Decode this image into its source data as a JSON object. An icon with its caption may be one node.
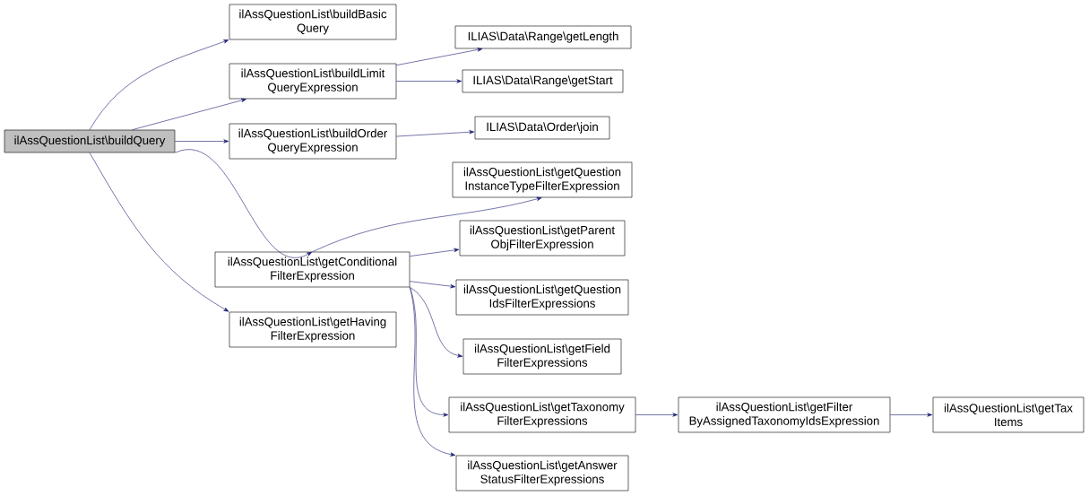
{
  "diagram": {
    "nodes": [
      {
        "text": [
          "ilAssQuestionList\\buildQuery"
        ]
      },
      {
        "text": [
          "ilAssQuestionList\\buildBasic Query"
        ]
      },
      {
        "text": [
          "ilAssQuestionList\\buildLimit QueryExpression"
        ]
      },
      {
        "text": [
          "ilAssQuestionList\\buildOrder QueryExpression"
        ]
      },
      {
        "text": [
          "ilAssQuestionList\\getConditional FilterExpression"
        ]
      },
      {
        "text": [
          "ilAssQuestionList\\getHaving FilterExpression"
        ]
      },
      {
        "text": [
          "ILIAS\\Data\\Range\\getLength"
        ]
      },
      {
        "text": [
          "ILIAS\\Data\\Range\\getStart"
        ]
      },
      {
        "text": [
          "ILIAS\\Data\\Order\\join"
        ]
      },
      {
        "text": [
          "ilAssQuestionList\\getQuestion InstanceTypeFilterExpression"
        ]
      },
      {
        "text": [
          "ilAssQuestionList\\getParent ObjFilterExpression"
        ]
      },
      {
        "text": [
          "ilAssQuestionList\\getQuestion IdsFilterExpressions"
        ]
      },
      {
        "text": [
          "ilAssQuestionList\\getField FilterExpressions"
        ]
      },
      {
        "text": [
          "ilAssQuestionList\\getTaxonomy FilterExpressions"
        ]
      },
      {
        "text": [
          "ilAssQuestionList\\getAnswer StatusFilterExpressions"
        ]
      },
      {
        "text": [
          "ilAssQuestionList\\getFilter ByAssignedTaxonomyIdsExpression"
        ]
      },
      {
        "text": [
          "ilAssQuestionList\\getTax Items"
        ]
      }
    ],
    "edges": [
      {
        "from": 0,
        "to": 1,
        "arrow": "to"
      },
      {
        "from": 0,
        "to": 2,
        "arrow": "to"
      },
      {
        "from": 0,
        "to": 3,
        "arrow": "to"
      },
      {
        "from": 0,
        "to": 4,
        "arrow": "to"
      },
      {
        "from": 0,
        "to": 5,
        "arrow": "to"
      },
      {
        "from": 2,
        "to": 6,
        "arrow": "to"
      },
      {
        "from": 2,
        "to": 7,
        "arrow": "to"
      },
      {
        "from": 3,
        "to": 8,
        "arrow": "to"
      },
      {
        "from": 4,
        "to": 9,
        "arrow": "to"
      },
      {
        "from": 4,
        "to": 10,
        "arrow": "to"
      },
      {
        "from": 4,
        "to": 11,
        "arrow": "to"
      },
      {
        "from": 4,
        "to": 12,
        "arrow": "to"
      },
      {
        "from": 4,
        "to": 13,
        "arrow": "to"
      },
      {
        "from": 4,
        "to": 14,
        "arrow": "to"
      },
      {
        "from": 13,
        "to": 15,
        "arrow": "to"
      },
      {
        "from": 15,
        "to": 16,
        "arrow": "to"
      }
    ]
  }
}
